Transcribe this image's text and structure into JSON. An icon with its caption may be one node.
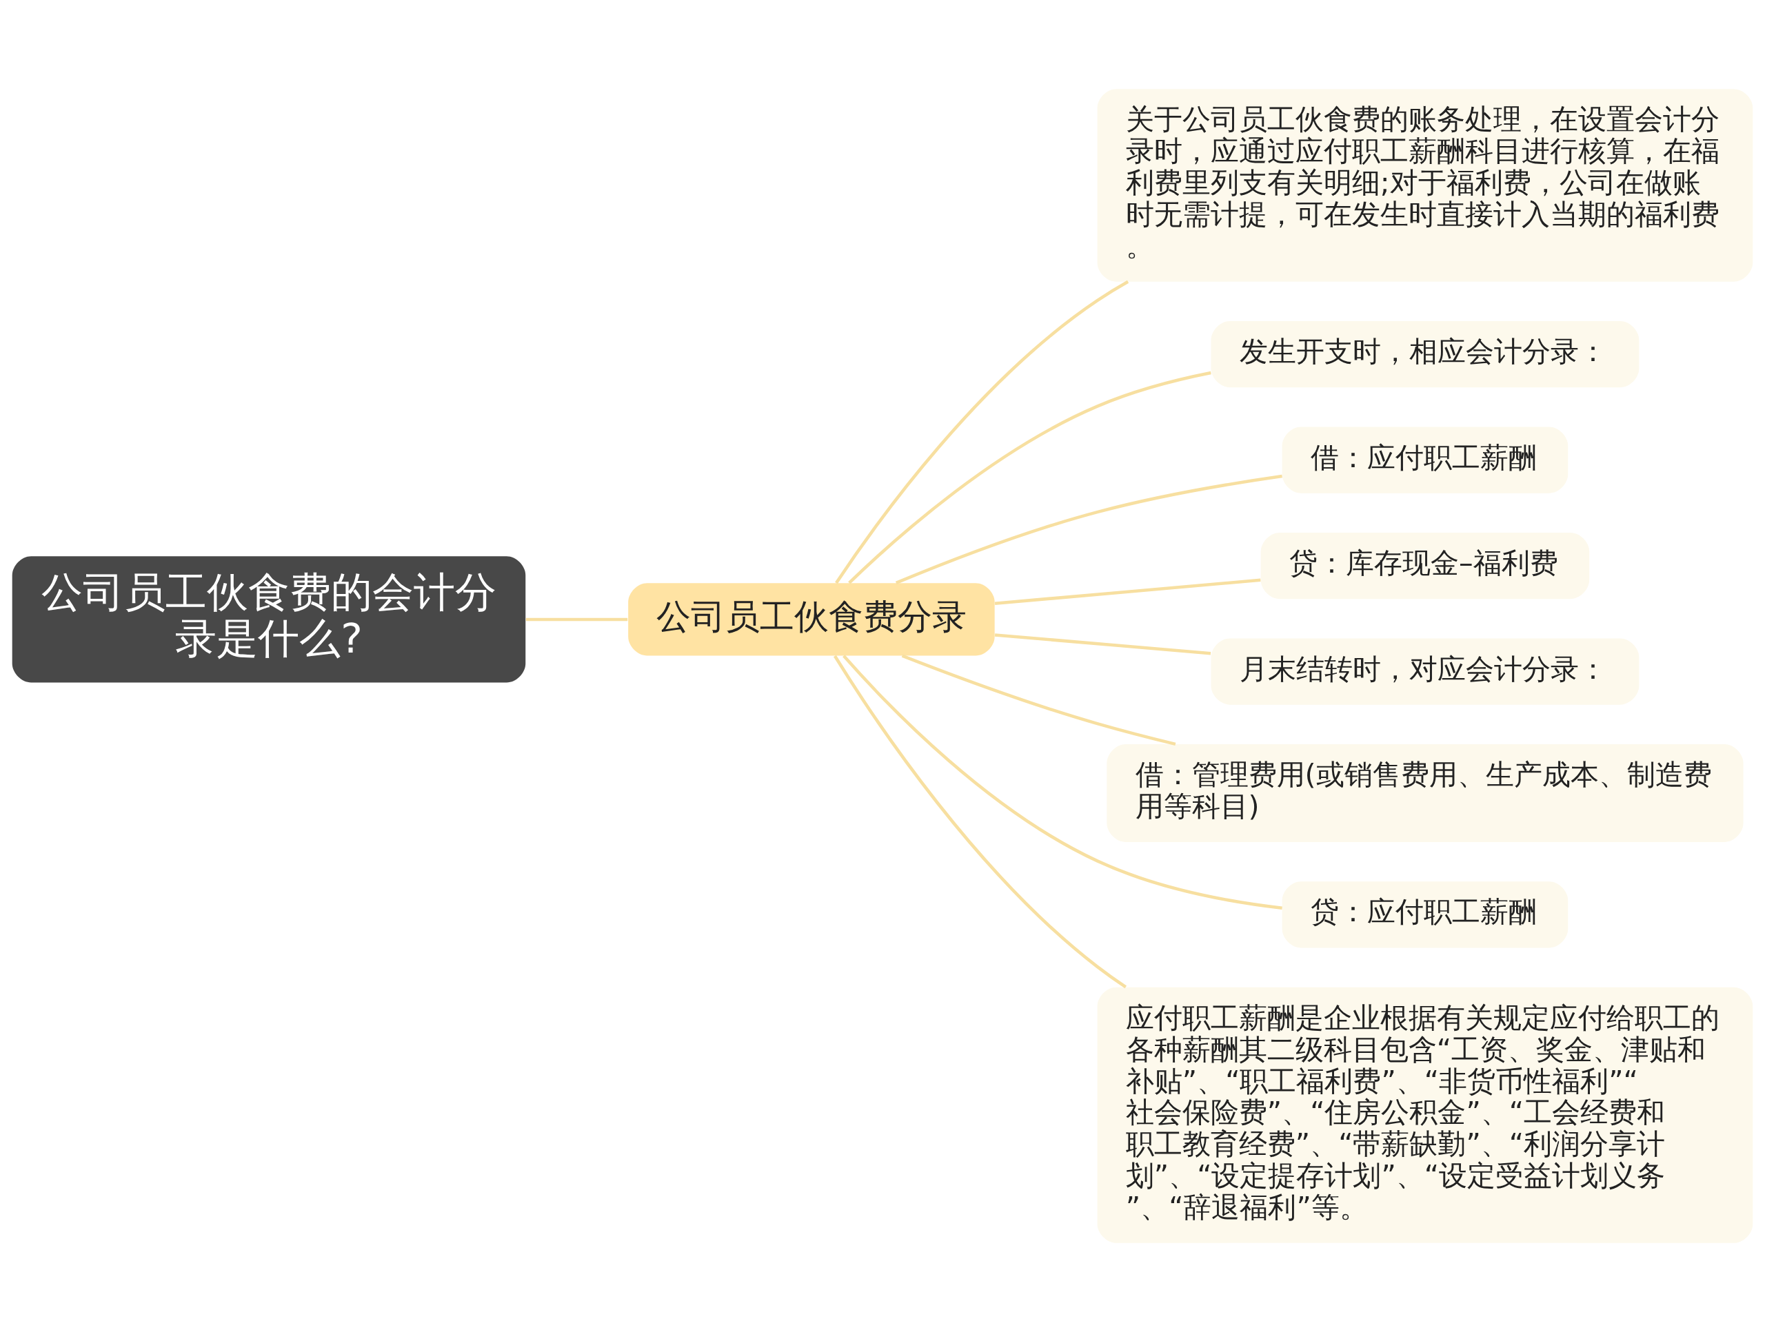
{
  "diagram": {
    "nodes": [
      {
        "text": [
          "公司员工伙食费的会计分录是什么?"
        ]
      },
      {
        "text": [
          "公司员工伙食费分录"
        ]
      },
      {
        "text": [
          "关于公司员工伙食费的账务处理，在设置会计分录时，应通过应付职工薪酬科目进行核算，在福利费里列支有关明细;对于福利费，公司在做账时无需计提，可在发生时直接计入当期的福利费。"
        ]
      },
      {
        "text": [
          "发生开支时，相应会计分录："
        ]
      },
      {
        "text": [
          "借：应付职工薪酬"
        ]
      },
      {
        "text": [
          "贷：库存现金–福利费"
        ]
      },
      {
        "text": [
          "月末结转时，对应会计分录："
        ]
      },
      {
        "text": [
          "借：管理费用(或销售费用、生产成本、制造费用等科目)"
        ]
      },
      {
        "text": [
          "贷：应付职工薪酬"
        ]
      },
      {
        "text": [
          "应付职工薪酬是企业根据有关规定应付给职工的各种薪酬其二级科目包含“工资、奖金、津贴和补贴”、“职工福利费”、“非货币性福利”“社会保险费”、“住房公积金”、“工会经费和职工教育经费”、“带薪缺勤”、“利润分享计划”、“设定提存计划”、“设定受益计划义务”、“辞退福利”等。"
        ]
      }
    ],
    "edges": [
      {
        "from": 0,
        "to": 1,
        "arrow": "none"
      },
      {
        "from": 1,
        "to": 2,
        "arrow": "none"
      },
      {
        "from": 1,
        "to": 3,
        "arrow": "none"
      },
      {
        "from": 1,
        "to": 4,
        "arrow": "none"
      },
      {
        "from": 1,
        "to": 5,
        "arrow": "none"
      },
      {
        "from": 1,
        "to": 6,
        "arrow": "none"
      },
      {
        "from": 1,
        "to": 7,
        "arrow": "none"
      },
      {
        "from": 1,
        "to": 8,
        "arrow": "none"
      },
      {
        "from": 1,
        "to": 9,
        "arrow": "none"
      }
    ]
  }
}
